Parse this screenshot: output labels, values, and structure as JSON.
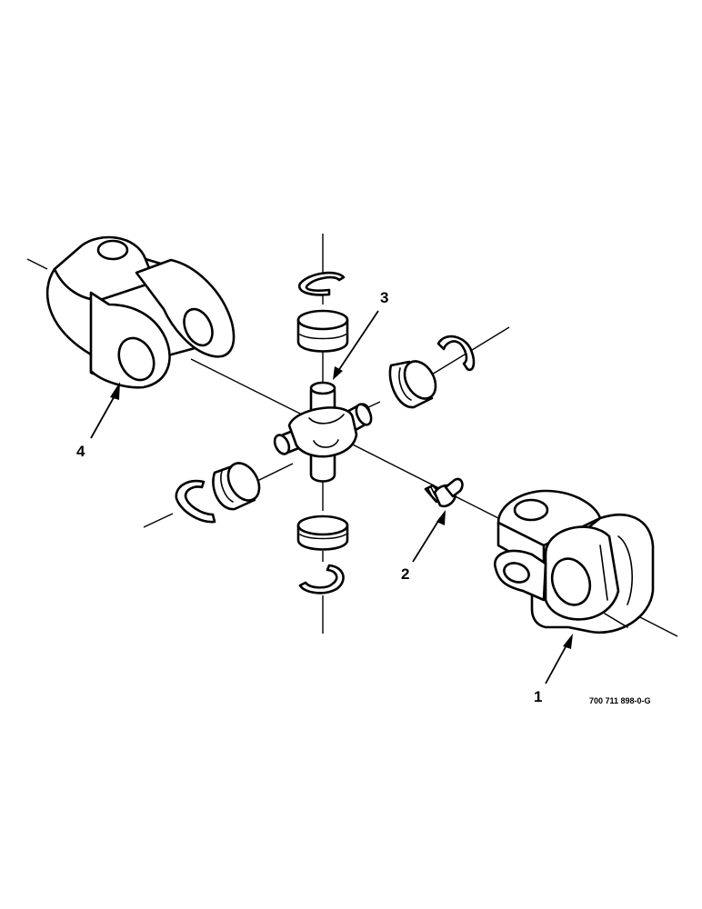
{
  "callouts": {
    "yoke_right": "1",
    "grease_fitting": "2",
    "cross_spider": "3",
    "yoke_left": "4"
  },
  "reference_code": "700 711 898-0-G"
}
